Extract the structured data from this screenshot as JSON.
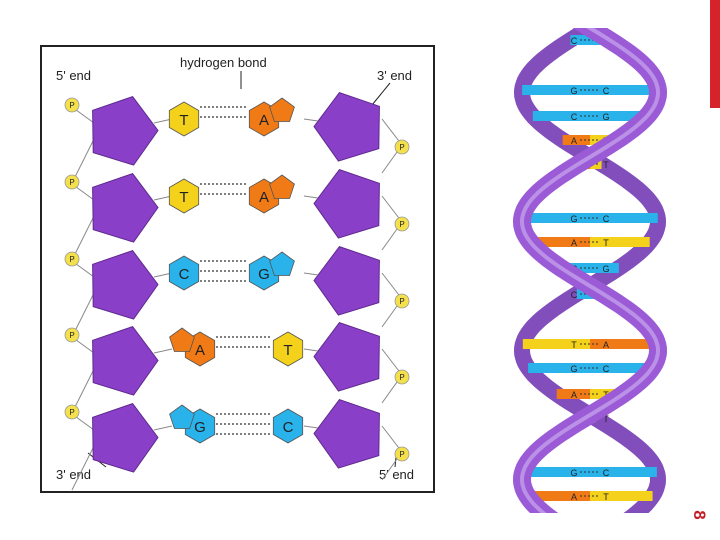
{
  "labels": {
    "hydrogen_bond": "hydrogen bond",
    "top_left_end": "5' end",
    "top_right_end": "3' end",
    "bottom_left_end": "3' end",
    "bottom_right_end": "5' end",
    "phosphate": "P"
  },
  "base_pairs": [
    {
      "left": "T",
      "right": "A"
    },
    {
      "left": "T",
      "right": "A"
    },
    {
      "left": "C",
      "right": "G"
    },
    {
      "left": "A",
      "right": "T"
    },
    {
      "left": "G",
      "right": "C"
    }
  ],
  "helix_pairs": [
    {
      "left": "C",
      "right": "G"
    },
    {
      "left": "G",
      "right": "C"
    },
    {
      "left": "C",
      "right": "G"
    },
    {
      "left": "A",
      "right": "T"
    },
    {
      "left": "A",
      "right": "T"
    },
    {
      "left": "G",
      "right": "C"
    },
    {
      "left": "A",
      "right": "T"
    },
    {
      "left": "C",
      "right": "G"
    },
    {
      "left": "C",
      "right": "G"
    },
    {
      "left": "T",
      "right": "A"
    },
    {
      "left": "G",
      "right": "C"
    },
    {
      "left": "A",
      "right": "T"
    },
    {
      "left": "A",
      "right": "T"
    },
    {
      "left": "G",
      "right": "C"
    },
    {
      "left": "A",
      "right": "T"
    }
  ],
  "colors": {
    "A": "#f07a16",
    "T": "#f4d21c",
    "C": "#29b3ea",
    "G": "#29b3ea",
    "sugar": "#8a3fc9",
    "backbone": "#9b5ad6",
    "phosphate": "#f4e04a",
    "accent": "#d6232b"
  },
  "slide_number": "8"
}
